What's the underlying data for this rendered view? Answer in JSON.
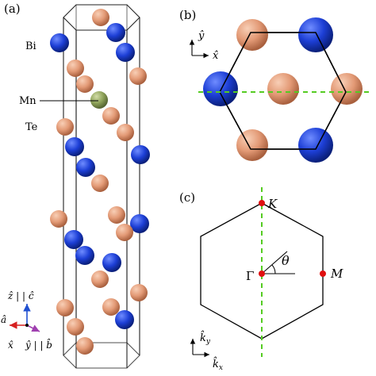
{
  "figure": {
    "panel_labels": {
      "a": "(a)",
      "b": "(b)",
      "c": "(c)"
    },
    "panel_a": {
      "atom_labels": {
        "bi": "Bi",
        "mn": "Mn",
        "te": "Te"
      },
      "axes": {
        "z_c": "ẑ | | ĉ",
        "a": "â",
        "x": "x̂",
        "y_b": "ŷ | | b̂"
      }
    },
    "panel_b": {
      "axes": {
        "y": "ŷ",
        "x": "x̂"
      }
    },
    "panel_c": {
      "points": {
        "K": "K",
        "Gamma": "Γ",
        "M": "M"
      },
      "angle": "θ",
      "axes": {
        "ky": "k̂",
        "ky_sub": "y",
        "kx": "k̂",
        "kx_sub": "x"
      }
    },
    "colors": {
      "bi": "#1d3fd6",
      "te": "#e39a76",
      "mn": "#8fa35a",
      "dashed_line": "#55cc22",
      "symmetry_point": "#e01010",
      "axis_arrow_red": "#d62020",
      "axis_arrow_blue": "#2050d0",
      "axis_arrow_purple": "#a040b0"
    }
  }
}
